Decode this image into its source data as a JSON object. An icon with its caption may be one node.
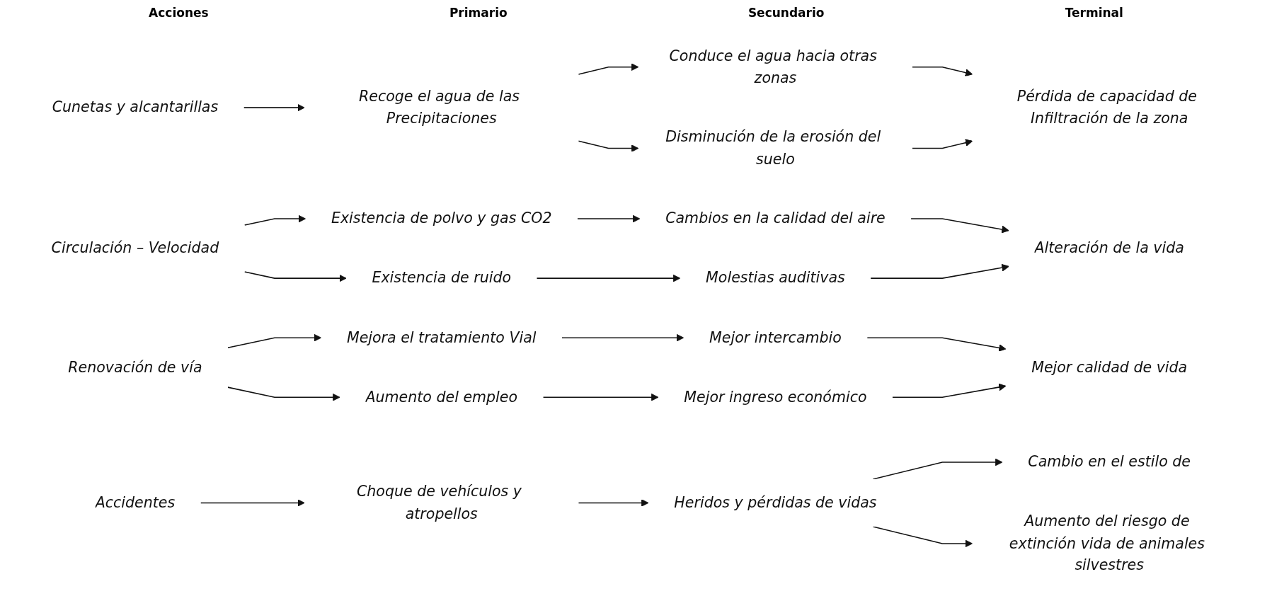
{
  "diagram": {
    "nodes": [
      {
        "text": [
          "Cunetas y alcantarillas"
        ]
      },
      {
        "text": [
          "Recoge el agua de las Precipitaciones"
        ]
      },
      {
        "text": [
          "Conduce el agua hacia otras zonas"
        ]
      },
      {
        "text": [
          "Pérdida de capacidad de Infiltración de la zona"
        ]
      },
      {
        "text": [
          "Disminución de la erosión del suelo"
        ]
      },
      {
        "text": [
          "Existencia de polvo y gas CO2"
        ]
      },
      {
        "text": [
          "Cambios en la calidad del aire"
        ]
      },
      {
        "text": [
          "Circulación – Velocidad"
        ]
      },
      {
        "text": [
          "Existencia de ruido"
        ]
      },
      {
        "text": [
          "Molestias auditivas"
        ]
      },
      {
        "text": [
          "Alteración de la vida"
        ]
      },
      {
        "text": [
          "Renovación de vía"
        ]
      },
      {
        "text": [
          "Mejora el tratamiento Vial"
        ]
      },
      {
        "text": [
          "Mejor intercambio"
        ]
      },
      {
        "text": [
          "Mejor calidad de vida"
        ]
      },
      {
        "text": [
          "Aumento del empleo"
        ]
      },
      {
        "text": [
          "Mejor ingreso económico"
        ]
      },
      {
        "text": [
          "Cambio en el estilo de"
        ]
      },
      {
        "text": [
          "Accidentes"
        ]
      },
      {
        "text": [
          "Choque de vehículos y atropellos"
        ]
      },
      {
        "text": [
          "Heridos y pérdidas de vidas"
        ]
      },
      {
        "text": [
          "Aumento del riesgo de extinción vida de animales silvestres"
        ]
      }
    ],
    "edges": [
      {
        "from": 0,
        "to": 1,
        "arrow": "to"
      },
      {
        "from": 1,
        "to": 2,
        "arrow": "to"
      },
      {
        "from": 2,
        "to": 3,
        "arrow": "to"
      },
      {
        "from": 1,
        "to": 4,
        "arrow": "to"
      },
      {
        "from": 4,
        "to": 3,
        "arrow": "to"
      },
      {
        "from": 7,
        "to": 5,
        "arrow": "to"
      },
      {
        "from": 7,
        "to": 8,
        "arrow": "to"
      },
      {
        "from": 5,
        "to": 6,
        "arrow": "to"
      },
      {
        "from": 8,
        "to": 9,
        "arrow": "to"
      },
      {
        "from": 6,
        "to": 10,
        "arrow": "to"
      },
      {
        "from": 9,
        "to": 10,
        "arrow": "to"
      },
      {
        "from": 11,
        "to": 12,
        "arrow": "to"
      },
      {
        "from": 11,
        "to": 15,
        "arrow": "to"
      },
      {
        "from": 12,
        "to": 13,
        "arrow": "to"
      },
      {
        "from": 15,
        "to": 16,
        "arrow": "to"
      },
      {
        "from": 13,
        "to": 14,
        "arrow": "to"
      },
      {
        "from": 16,
        "to": 14,
        "arrow": "to"
      },
      {
        "from": 18,
        "to": 19,
        "arrow": "to"
      },
      {
        "from": 19,
        "to": 20,
        "arrow": "to"
      },
      {
        "from": 20,
        "to": 17,
        "arrow": "to"
      },
      {
        "from": 20,
        "to": 21,
        "arrow": "to"
      }
    ],
    "labels": [
      "Acciones",
      "Primario",
      "Secundario",
      "Terminal"
    ]
  }
}
